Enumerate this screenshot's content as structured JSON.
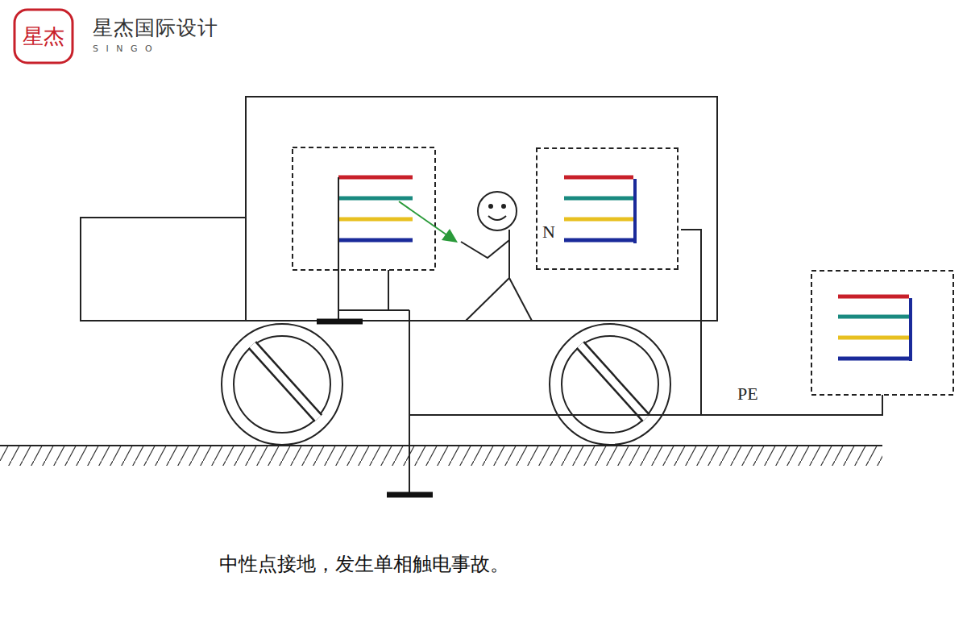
{
  "diagram": {
    "caption": "中性点接地，发生单相触电事故。",
    "nodes": [
      {
        "text": [
          "N"
        ]
      }
    ],
    "labels": [
      "星杰",
      "星杰国际设计",
      "S I N G O",
      "PE"
    ]
  }
}
